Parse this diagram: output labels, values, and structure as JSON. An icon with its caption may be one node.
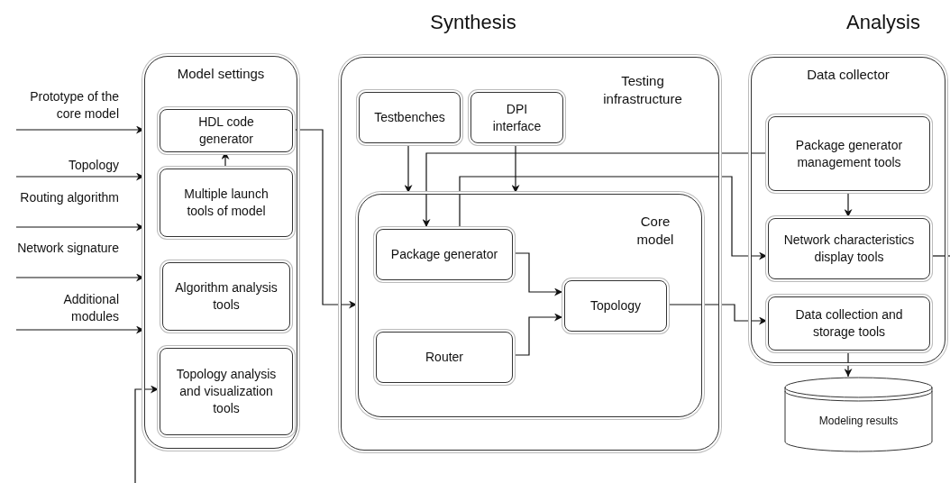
{
  "diagram": {
    "nodes": [
      {
        "text": [
          "Model settings"
        ]
      },
      {
        "text": [
          "HDL code generator"
        ],
        "in": 0
      },
      {
        "text": [
          "Multiple launch tools of model"
        ],
        "in": 0
      },
      {
        "text": [
          "Algorithm analysis tools"
        ],
        "in": 0
      },
      {
        "text": [
          "Topology analysis and visualization tools"
        ],
        "in": 0
      },
      {
        "text": [
          "Testing infrastructure"
        ]
      },
      {
        "text": [
          "Testbenches"
        ],
        "in": 5
      },
      {
        "text": [
          "DPI interface"
        ],
        "in": 5
      },
      {
        "text": [
          "Core model"
        ],
        "in": 5
      },
      {
        "text": [
          "Package generator"
        ],
        "in": 8
      },
      {
        "text": [
          "Router"
        ],
        "in": 8
      },
      {
        "text": [
          "Topology"
        ],
        "in": 8
      },
      {
        "text": [
          "Data collector"
        ]
      },
      {
        "text": [
          "Package generator management tools"
        ],
        "in": 12
      },
      {
        "text": [
          "Network characteristics display tools"
        ],
        "in": 12
      },
      {
        "text": [
          "Data collection and storage tools"
        ],
        "in": 12
      },
      {
        "text": [
          "Modeling results"
        ]
      }
    ],
    "edges": [
      {
        "from": null,
        "to": 0,
        "arrow": "to",
        "label": "Prototype of the core model"
      },
      {
        "from": null,
        "to": 0,
        "arrow": "to",
        "label": "Topology"
      },
      {
        "from": null,
        "to": 0,
        "arrow": "to",
        "label": "Routing algorithm"
      },
      {
        "from": null,
        "to": 0,
        "arrow": "to",
        "label": "Network signature"
      },
      {
        "from": null,
        "to": 0,
        "arrow": "to",
        "label": "Additional modules"
      },
      {
        "from": 2,
        "to": 1,
        "arrow": "to"
      },
      {
        "from": 1,
        "to": 8,
        "arrow": "to"
      },
      {
        "from": 6,
        "to": 8,
        "arrow": "to"
      },
      {
        "from": 7,
        "to": 8,
        "arrow": "to"
      },
      {
        "from": 13,
        "to": 9,
        "arrow": "to"
      },
      {
        "from": 9,
        "to": 14,
        "arrow": "to"
      },
      {
        "from": 9,
        "to": 11,
        "arrow": "to"
      },
      {
        "from": 10,
        "to": 11,
        "arrow": "to"
      },
      {
        "from": 11,
        "to": 15,
        "arrow": "to"
      },
      {
        "from": 13,
        "to": 14,
        "arrow": "to"
      },
      {
        "from": 15,
        "to": 16,
        "arrow": "to"
      },
      {
        "from": 14,
        "to": null,
        "arrow": "none"
      },
      {
        "from": null,
        "to": 4,
        "arrow": "to"
      }
    ],
    "labels": [
      "Synthesis",
      "Analysis"
    ]
  }
}
